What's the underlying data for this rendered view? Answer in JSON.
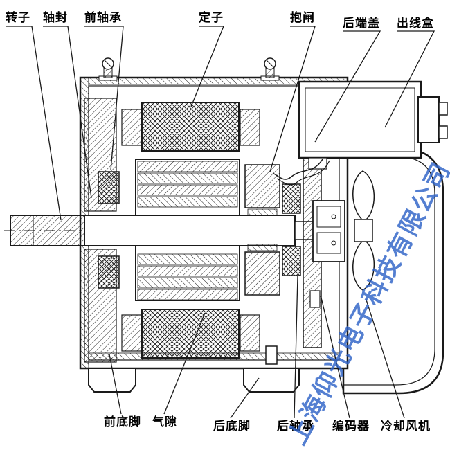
{
  "diagram": {
    "kind": "motor-cross-section",
    "ink_color": "#1a1a1a",
    "background": "#ffffff"
  },
  "watermark": {
    "text": "上海仰光电子科技有限公司",
    "color": "#2f63c8"
  },
  "labels": {
    "top": [
      {
        "id": "rotor",
        "text": "转子"
      },
      {
        "id": "shaft-seal",
        "text": "轴封"
      },
      {
        "id": "front-bearing",
        "text": "前轴承"
      },
      {
        "id": "stator",
        "text": "定子"
      },
      {
        "id": "brake",
        "text": "抱闸"
      },
      {
        "id": "rear-end-cover",
        "text": "后端盖"
      },
      {
        "id": "terminal-box",
        "text": "出线盒"
      }
    ],
    "bottom": [
      {
        "id": "front-foot",
        "text": "前底脚"
      },
      {
        "id": "air-gap",
        "text": "气隙"
      },
      {
        "id": "rear-foot",
        "text": "后底脚"
      },
      {
        "id": "rear-bearing",
        "text": "后轴承"
      },
      {
        "id": "encoder",
        "text": "编码器"
      },
      {
        "id": "cooling-fan",
        "text": "冷却风机"
      }
    ]
  }
}
